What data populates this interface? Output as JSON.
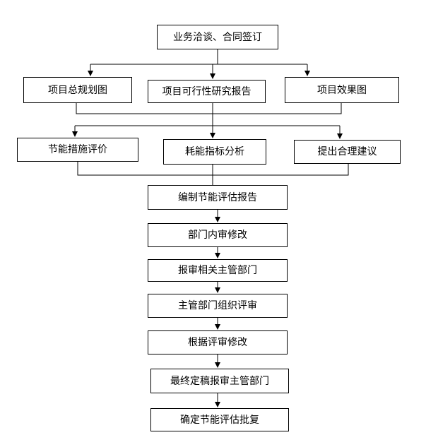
{
  "steps": {
    "contract": "业务洽谈、合同签订",
    "master_plan": "项目总规划图",
    "feasibility": "项目可行性研究报告",
    "rendering": "项目效果图",
    "measures_eval": "节能措施评价",
    "energy_analysis": "耗能指标分析",
    "suggestions": "提出合理建议",
    "compile_report": "编制节能评估报告",
    "internal_review": "部门内审修改",
    "submit_dept": "报审相关主管部门",
    "dept_review": "主管部门组织评审",
    "revise": "根据评审修改",
    "final_submit": "最终定稿报审主管部门",
    "approval": "确定节能评估批复"
  },
  "colors": {
    "line": "#000000",
    "box_border": "#000000",
    "background": "#ffffff"
  }
}
